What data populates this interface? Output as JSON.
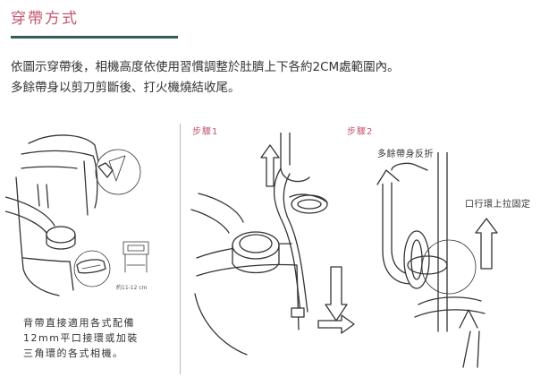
{
  "section": {
    "title": "穿帶方式"
  },
  "intro": {
    "line1": "依圖示穿帶後，相機高度依使用習慣調整於肚臍上下各約2CM處範圍內。",
    "line2": "多餘帶身以剪刀剪斷後、打火機燒結收尾。"
  },
  "left_panel": {
    "size_note": "約11-12 cm",
    "caption": [
      "背帶直接適用各式配備",
      "12mm平口接環或加裝",
      "三角環的各式相機。"
    ]
  },
  "steps": [
    {
      "label": "步驟1"
    },
    {
      "label": "步驟2",
      "callout_fold": "多餘帶身反折",
      "callout_ring": "口行環上拉固定"
    }
  ],
  "colors": {
    "accent": "#c4566f",
    "rule": "#2f5f57",
    "line": "#333333",
    "divider": "#b9b9b9"
  }
}
